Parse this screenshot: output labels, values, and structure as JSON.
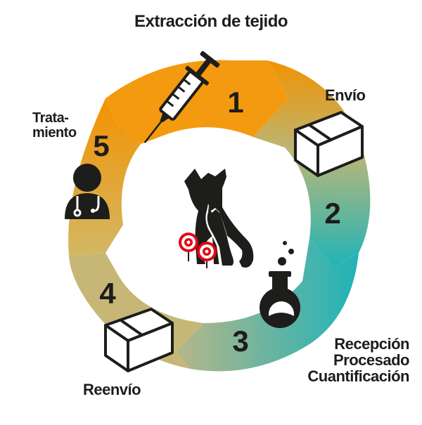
{
  "diagram": {
    "title": "Extracción de tejido",
    "steps": [
      {
        "number": "1",
        "label": "Extracción de tejido"
      },
      {
        "number": "2",
        "label": "Envío"
      },
      {
        "number": "3",
        "lines": [
          "Recepción",
          "Procesado",
          "Cuantificación"
        ]
      },
      {
        "number": "4",
        "label": "Reenvío"
      },
      {
        "number": "5",
        "lines": [
          "Trata-",
          "miento"
        ]
      }
    ],
    "icons": [
      "syringe-icon",
      "box-icon",
      "flask-icon",
      "box-icon",
      "doctor-icon",
      "dog-cat-icon",
      "target-icon"
    ],
    "colors": {
      "orange": "#f39200",
      "teal": "#1fb3b8",
      "olive": "#c9b86a",
      "dark": "#1d1d1b",
      "red": "#e30613"
    }
  }
}
